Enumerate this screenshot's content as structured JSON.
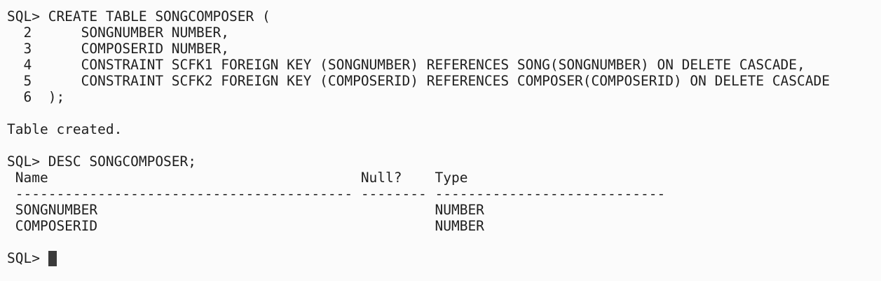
{
  "terminal": {
    "lines": [
      "SQL> CREATE TABLE SONGCOMPOSER (",
      "  2      SONGNUMBER NUMBER,",
      "  3      COMPOSERID NUMBER,",
      "  4      CONSTRAINT SCFK1 FOREIGN KEY (SONGNUMBER) REFERENCES SONG(SONGNUMBER) ON DELETE CASCADE,",
      "  5      CONSTRAINT SCFK2 FOREIGN KEY (COMPOSERID) REFERENCES COMPOSER(COMPOSERID) ON DELETE CASCADE",
      "  6  );",
      "",
      "Table created.",
      "",
      "SQL> DESC SONGCOMPOSER;",
      " Name                                      Null?    Type",
      " ----------------------------------------- -------- ----------------------------",
      " SONGNUMBER                                         NUMBER",
      " COMPOSERID                                         NUMBER",
      "",
      "SQL> "
    ]
  }
}
